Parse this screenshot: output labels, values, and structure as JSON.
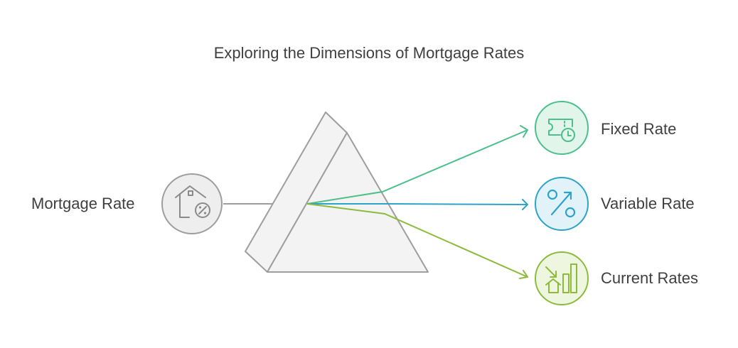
{
  "title": "Exploring the Dimensions of Mortgage Rates",
  "input": {
    "label": "Mortgage Rate",
    "icon": "house-percent-icon",
    "color": "#9e9e9e",
    "fill": "#eeeeee"
  },
  "outputs": [
    {
      "label": "Fixed Rate",
      "icon": "fixed-calendar-clock-icon",
      "color": "#4dbf8c",
      "fill": "#e1f5ea"
    },
    {
      "label": "Variable Rate",
      "icon": "percent-icon",
      "color": "#2ea3c9",
      "fill": "#e1f3f9"
    },
    {
      "label": "Current Rates",
      "icon": "market-chart-icon",
      "color": "#8cbb3c",
      "fill": "#eef6df"
    }
  ],
  "prism": {
    "fill": "#f3f3f3",
    "stroke": "#9e9e9e"
  }
}
